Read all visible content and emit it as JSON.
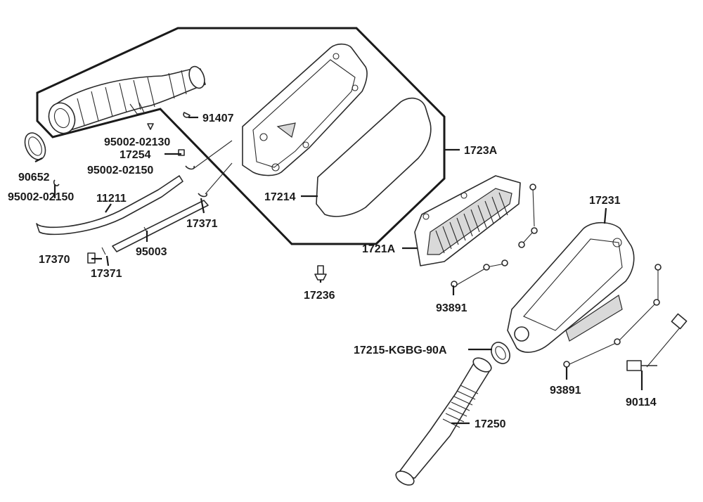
{
  "diagram": {
    "labels": {
      "p91407": "91407",
      "p95002_02130": "95002-02130",
      "p17254": "17254",
      "p95002_02150_a": "95002-02150",
      "p90652": "90652",
      "p95002_02150_b": "95002-02150",
      "p11211": "11211",
      "p17371_a": "17371",
      "p17370": "17370",
      "p95003": "95003",
      "p17371_b": "17371",
      "p17236": "17236",
      "p17214": "17214",
      "p1723A": "1723A",
      "p1721A": "1721A",
      "p93891_a": "93891",
      "p17231": "17231",
      "p17215": "17215-KGBG-90A",
      "p17250": "17250",
      "p93891_b": "93891",
      "p90114": "90114"
    }
  }
}
